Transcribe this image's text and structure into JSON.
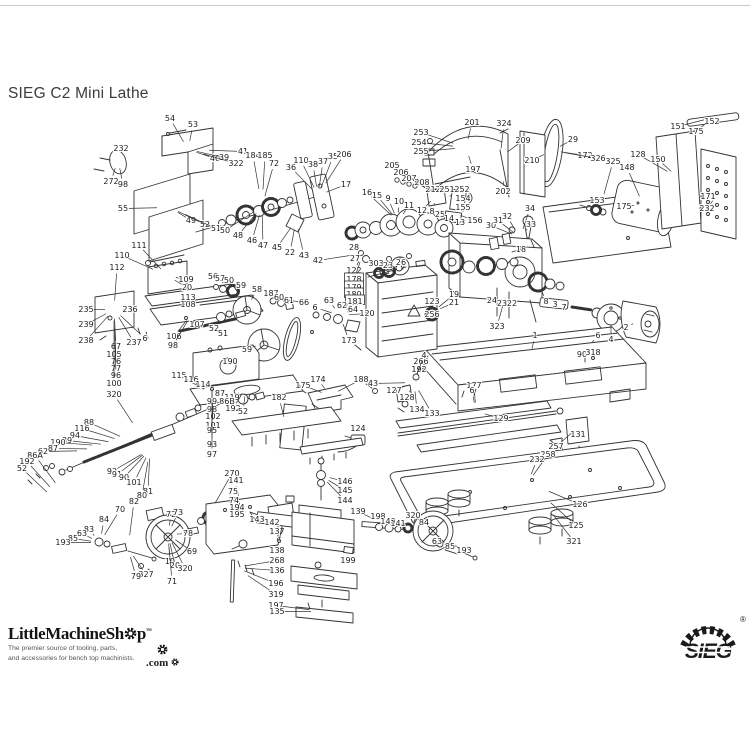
{
  "header": {
    "title": "SIEG C2 Mini Lathe"
  },
  "footer": {
    "lms_name_pre": "LittleMachineSh",
    "lms_name_post": "p",
    "lms_tm": "™",
    "lms_tagline_1": "The premier source of tooling, parts,",
    "lms_tagline_2": "and accessories for bench top machinists.",
    "lms_domain": ".com",
    "sieg_text": "SIEG",
    "sieg_reg": "®"
  },
  "diagram": {
    "label_color": "#1c1c1c",
    "line_color": "#333333",
    "labels": [
      [
        "54",
        170,
        121
      ],
      [
        "53",
        193,
        127
      ],
      [
        "232",
        121,
        151
      ],
      [
        "272",
        111,
        184
      ],
      [
        "98",
        123,
        187
      ],
      [
        "55",
        123,
        211
      ],
      [
        "40",
        215,
        161
      ],
      [
        "39",
        224,
        160
      ],
      [
        "322",
        236,
        166
      ],
      [
        "41",
        243,
        154
      ],
      [
        "184",
        253,
        158
      ],
      [
        "185",
        265,
        158
      ],
      [
        "72",
        274,
        166
      ],
      [
        "36",
        291,
        170
      ],
      [
        "110",
        301,
        163
      ],
      [
        "38",
        313,
        167
      ],
      [
        "37",
        323,
        164
      ],
      [
        "35",
        333,
        159
      ],
      [
        "49",
        191,
        223
      ],
      [
        "52",
        205,
        227
      ],
      [
        "51",
        216,
        231
      ],
      [
        "50",
        225,
        233
      ],
      [
        "48",
        238,
        238
      ],
      [
        "46",
        252,
        243
      ],
      [
        "47",
        263,
        248
      ],
      [
        "45",
        277,
        250
      ],
      [
        "22",
        290,
        255
      ],
      [
        "43",
        304,
        258
      ],
      [
        "42",
        318,
        263
      ],
      [
        "111",
        139,
        248
      ],
      [
        "110",
        122,
        258
      ],
      [
        "112",
        117,
        270
      ],
      [
        "109",
        186,
        282
      ],
      [
        "20",
        187,
        290
      ],
      [
        "113",
        188,
        300
      ],
      [
        "108",
        188,
        307
      ],
      [
        "235",
        86,
        312
      ],
      [
        "236",
        130,
        312
      ],
      [
        "239",
        86,
        327
      ],
      [
        "238",
        86,
        343
      ],
      [
        "237",
        134,
        345
      ],
      [
        "6",
        145,
        341
      ],
      [
        "106",
        174,
        339
      ],
      [
        "98",
        173,
        348
      ],
      [
        "107",
        197,
        327
      ],
      [
        "201",
        472,
        125
      ],
      [
        "324",
        504,
        126
      ],
      [
        "253",
        421,
        135
      ],
      [
        "254",
        419,
        145
      ],
      [
        "255",
        421,
        154
      ],
      [
        "205",
        392,
        168
      ],
      [
        "206",
        401,
        175
      ],
      [
        "207",
        409,
        181
      ],
      [
        "208",
        422,
        185
      ],
      [
        "212",
        433,
        192
      ],
      [
        "251",
        447,
        192
      ],
      [
        "252",
        462,
        192
      ],
      [
        "197",
        473,
        172
      ],
      [
        "202",
        503,
        194
      ],
      [
        "209",
        523,
        143
      ],
      [
        "210",
        532,
        163
      ],
      [
        "154",
        463,
        201
      ],
      [
        "155",
        463,
        210
      ],
      [
        "156",
        475,
        223
      ],
      [
        "206",
        344,
        157
      ],
      [
        "17",
        346,
        187
      ],
      [
        "16",
        367,
        195
      ],
      [
        "15",
        377,
        198
      ],
      [
        "9",
        388,
        201
      ],
      [
        "10",
        399,
        204
      ],
      [
        "11",
        409,
        208
      ],
      [
        "12",
        422,
        213
      ],
      [
        "8",
        432,
        214
      ],
      [
        "25",
        440,
        217
      ],
      [
        "14",
        449,
        221
      ],
      [
        "13",
        460,
        225
      ],
      [
        "30",
        491,
        228
      ],
      [
        "31",
        498,
        223
      ],
      [
        "32",
        507,
        219
      ],
      [
        "34",
        530,
        211
      ],
      [
        "33",
        531,
        227
      ],
      [
        "18",
        521,
        252
      ],
      [
        "28",
        354,
        250
      ],
      [
        "27",
        355,
        261
      ],
      [
        "29",
        573,
        142
      ],
      [
        "151",
        678,
        129
      ],
      [
        "152",
        712,
        124
      ],
      [
        "175",
        696,
        134
      ],
      [
        "172",
        585,
        158
      ],
      [
        "326",
        598,
        161
      ],
      [
        "325",
        613,
        164
      ],
      [
        "148",
        627,
        170
      ],
      [
        "128",
        638,
        157
      ],
      [
        "150",
        658,
        162
      ],
      [
        "153",
        597,
        203
      ],
      [
        "175",
        624,
        209
      ],
      [
        "171",
        708,
        199
      ],
      [
        "232",
        707,
        211
      ],
      [
        "303",
        376,
        266
      ],
      [
        "23",
        388,
        268
      ],
      [
        "26",
        401,
        265
      ],
      [
        "122",
        354,
        273
      ],
      [
        "178",
        354,
        282,
        "b"
      ],
      [
        "179",
        354,
        290,
        "b"
      ],
      [
        "180",
        354,
        297,
        "b"
      ],
      [
        "181",
        355,
        304,
        "b"
      ],
      [
        "123",
        432,
        304
      ],
      [
        "120",
        367,
        316
      ],
      [
        "256",
        432,
        317
      ],
      [
        "173",
        349,
        343
      ],
      [
        "63",
        329,
        303
      ],
      [
        "62",
        342,
        308
      ],
      [
        "64",
        353,
        312
      ],
      [
        "6",
        315,
        310
      ],
      [
        "66",
        304,
        305
      ],
      [
        "19",
        454,
        297
      ],
      [
        "21",
        454,
        305
      ],
      [
        "24",
        492,
        303
      ],
      [
        "23",
        502,
        306
      ],
      [
        "22",
        512,
        306
      ],
      [
        "323",
        497,
        329
      ],
      [
        "1",
        535,
        338
      ],
      [
        "8",
        546,
        304
      ],
      [
        "3",
        555,
        307
      ],
      [
        "7",
        564,
        310
      ],
      [
        "6",
        598,
        338
      ],
      [
        "4",
        611,
        342
      ],
      [
        "2",
        626,
        330
      ],
      [
        "90",
        582,
        357
      ],
      [
        "318",
        593,
        355
      ],
      [
        "56",
        213,
        279
      ],
      [
        "57",
        220,
        281
      ],
      [
        "50",
        229,
        283
      ],
      [
        "59",
        241,
        288
      ],
      [
        "58",
        257,
        292
      ],
      [
        "187",
        271,
        296
      ],
      [
        "60",
        279,
        300
      ],
      [
        "61",
        289,
        303
      ],
      [
        "52",
        214,
        331
      ],
      [
        "51",
        223,
        336
      ],
      [
        "59",
        247,
        352
      ],
      [
        "67",
        116,
        349
      ],
      [
        "105",
        114,
        357
      ],
      [
        "76",
        116,
        364
      ],
      [
        "77",
        116,
        371
      ],
      [
        "96",
        116,
        378
      ],
      [
        "100",
        114,
        386
      ],
      [
        "320",
        114,
        397
      ],
      [
        "190",
        230,
        364
      ],
      [
        "115",
        179,
        378
      ],
      [
        "116",
        191,
        382
      ],
      [
        "114",
        203,
        387
      ],
      [
        "87",
        220,
        396
      ],
      [
        "119",
        232,
        400
      ],
      [
        "86B",
        227,
        404
      ],
      [
        "99",
        212,
        404
      ],
      [
        "98",
        212,
        412
      ],
      [
        "102",
        213,
        419
      ],
      [
        "101",
        213,
        428
      ],
      [
        "95",
        212,
        433
      ],
      [
        "93",
        212,
        447
      ],
      [
        "97",
        212,
        457
      ],
      [
        "182",
        279,
        400
      ],
      [
        "175",
        303,
        388
      ],
      [
        "174",
        318,
        382
      ],
      [
        "124",
        358,
        431
      ],
      [
        "188",
        361,
        382
      ],
      [
        "43",
        373,
        386
      ],
      [
        "127",
        394,
        393
      ],
      [
        "128",
        407,
        400
      ],
      [
        "192",
        419,
        372
      ],
      [
        "266",
        421,
        364
      ],
      [
        "4",
        424,
        358
      ],
      [
        "177",
        474,
        388
      ],
      [
        "6",
        472,
        393
      ],
      [
        "134",
        417,
        412
      ],
      [
        "133",
        432,
        416
      ],
      [
        "129",
        501,
        421
      ],
      [
        "131",
        578,
        437
      ],
      [
        "257",
        556,
        449
      ],
      [
        "258",
        548,
        457
      ],
      [
        "232",
        537,
        462
      ],
      [
        "126",
        580,
        507
      ],
      [
        "125",
        576,
        528
      ],
      [
        "321",
        574,
        544
      ],
      [
        "88",
        89,
        425
      ],
      [
        "116",
        82,
        431
      ],
      [
        "94",
        75,
        438
      ],
      [
        "89",
        67,
        443
      ],
      [
        "190",
        58,
        445
      ],
      [
        "87",
        53,
        451
      ],
      [
        "62",
        43,
        454
      ],
      [
        "86A",
        35,
        458
      ],
      [
        "192",
        27,
        464
      ],
      [
        "52",
        22,
        471
      ],
      [
        "92",
        112,
        474
      ],
      [
        "91",
        117,
        477
      ],
      [
        "90",
        124,
        480
      ],
      [
        "101",
        134,
        485
      ],
      [
        "270",
        232,
        476
      ],
      [
        "141",
        236,
        483
      ],
      [
        "75",
        233,
        494
      ],
      [
        "74",
        234,
        503
      ],
      [
        "194",
        237,
        510
      ],
      [
        "195",
        237,
        517
      ],
      [
        "81",
        148,
        494
      ],
      [
        "80",
        142,
        498
      ],
      [
        "82",
        134,
        504
      ],
      [
        "70",
        120,
        512
      ],
      [
        "84",
        104,
        522
      ],
      [
        "83",
        89,
        532
      ],
      [
        "63",
        82,
        536
      ],
      [
        "85",
        73,
        541
      ],
      [
        "193",
        63,
        545
      ],
      [
        "72",
        171,
        517
      ],
      [
        "73",
        178,
        515
      ],
      [
        "78",
        188,
        536
      ],
      [
        "69",
        192,
        554
      ],
      [
        "19",
        170,
        564
      ],
      [
        "20",
        175,
        568
      ],
      [
        "320",
        185,
        571
      ],
      [
        "327",
        146,
        577
      ],
      [
        "79",
        136,
        579
      ],
      [
        "71",
        172,
        584
      ],
      [
        "146",
        345,
        484
      ],
      [
        "145",
        345,
        493
      ],
      [
        "144",
        345,
        503
      ],
      [
        "143",
        257,
        522
      ],
      [
        "142",
        272,
        525
      ],
      [
        "137",
        277,
        534
      ],
      [
        "6",
        279,
        543
      ],
      [
        "138",
        277,
        553
      ],
      [
        "268",
        277,
        563
      ],
      [
        "136",
        277,
        573
      ],
      [
        "196",
        276,
        586
      ],
      [
        "319",
        276,
        597
      ],
      [
        "197",
        276,
        608
      ],
      [
        "135",
        277,
        614
      ],
      [
        "139",
        358,
        514
      ],
      [
        "198",
        378,
        519
      ],
      [
        "140",
        388,
        524
      ],
      [
        "141",
        398,
        526
      ],
      [
        "320",
        413,
        518
      ],
      [
        "84",
        424,
        525
      ],
      [
        "63",
        437,
        544
      ],
      [
        "85",
        450,
        549
      ],
      [
        "193",
        464,
        553
      ],
      [
        "199",
        348,
        563
      ],
      [
        "192",
        233,
        411
      ],
      [
        "52",
        243,
        414
      ]
    ]
  }
}
